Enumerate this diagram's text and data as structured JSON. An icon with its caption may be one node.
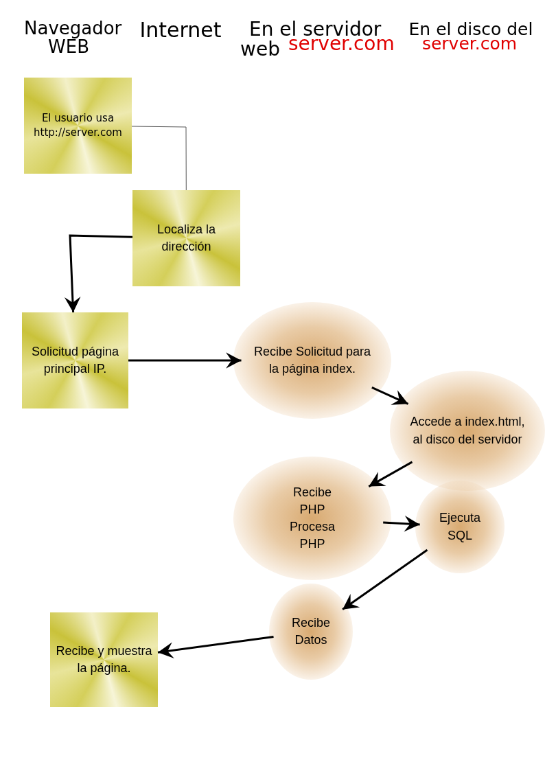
{
  "diagram": {
    "nodes": [
      {
        "text": [
          "El usuario usa http://server.com"
        ]
      },
      {
        "text": [
          "Localiza la dirección"
        ]
      },
      {
        "text": [
          "Solicitud página principal IP."
        ]
      },
      {
        "text": [
          "Recibe Solicitud para la página index."
        ]
      },
      {
        "text": [
          "Accede a index.html, al disco del servidor"
        ]
      },
      {
        "text": [
          "Recibe PHP Procesa PHP"
        ]
      },
      {
        "text": [
          "Ejecuta SQL"
        ]
      },
      {
        "text": [
          "Recibe Datos"
        ]
      },
      {
        "text": [
          "Recibe y muestra la página."
        ]
      }
    ],
    "edges": [
      {
        "from": 0,
        "to": 1,
        "arrow": "none",
        "color": "#555555"
      },
      {
        "from": 1,
        "to": 2,
        "arrow": "to"
      },
      {
        "from": 2,
        "to": 3,
        "arrow": "to"
      },
      {
        "from": 3,
        "to": 4,
        "arrow": "to"
      },
      {
        "from": 4,
        "to": 5,
        "arrow": "to"
      },
      {
        "from": 5,
        "to": 6,
        "arrow": "to"
      },
      {
        "from": 6,
        "to": 7,
        "arrow": "to"
      },
      {
        "from": 7,
        "to": 8,
        "arrow": "to"
      }
    ],
    "labels": [
      "Navegador WEB",
      "Internet",
      "En el servidor web",
      "server.com",
      "En el disco del",
      "server.com"
    ]
  }
}
